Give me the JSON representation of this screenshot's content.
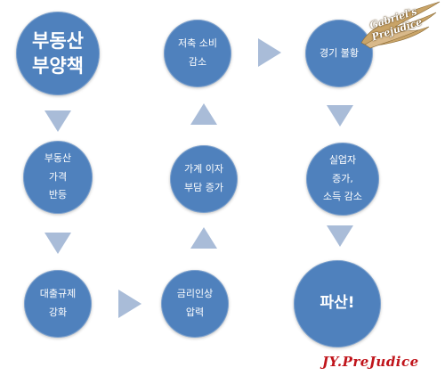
{
  "nodes": {
    "policy": {
      "line1": "부동산",
      "line2": "부양책"
    },
    "price_rebound": {
      "line1": "부동산",
      "line2": "가격",
      "line3": "반등"
    },
    "loan_regulation": {
      "line1": "대출규제",
      "line2": "강화"
    },
    "rate_hike": {
      "line1": "금리인상",
      "line2": "압력"
    },
    "interest_burden": {
      "line1": "가계 이자",
      "line2": "부담 증가"
    },
    "consumption_down": {
      "line1": "저축 소비",
      "line2": "감소"
    },
    "recession": {
      "line1": "경기 불황"
    },
    "unemployment": {
      "line1": "실업자",
      "line2": "증가,",
      "line3": "소득 감소"
    },
    "bankruptcy": {
      "line1": "파산!"
    }
  },
  "colors": {
    "circle_fill": "#4f81bd",
    "arrow_fill": "#a9bcd8",
    "signature": "#c0141b"
  },
  "watermark": {
    "line1": "Gabriel's",
    "line2": "Prejudice"
  },
  "signature": "JY.PreJudice"
}
